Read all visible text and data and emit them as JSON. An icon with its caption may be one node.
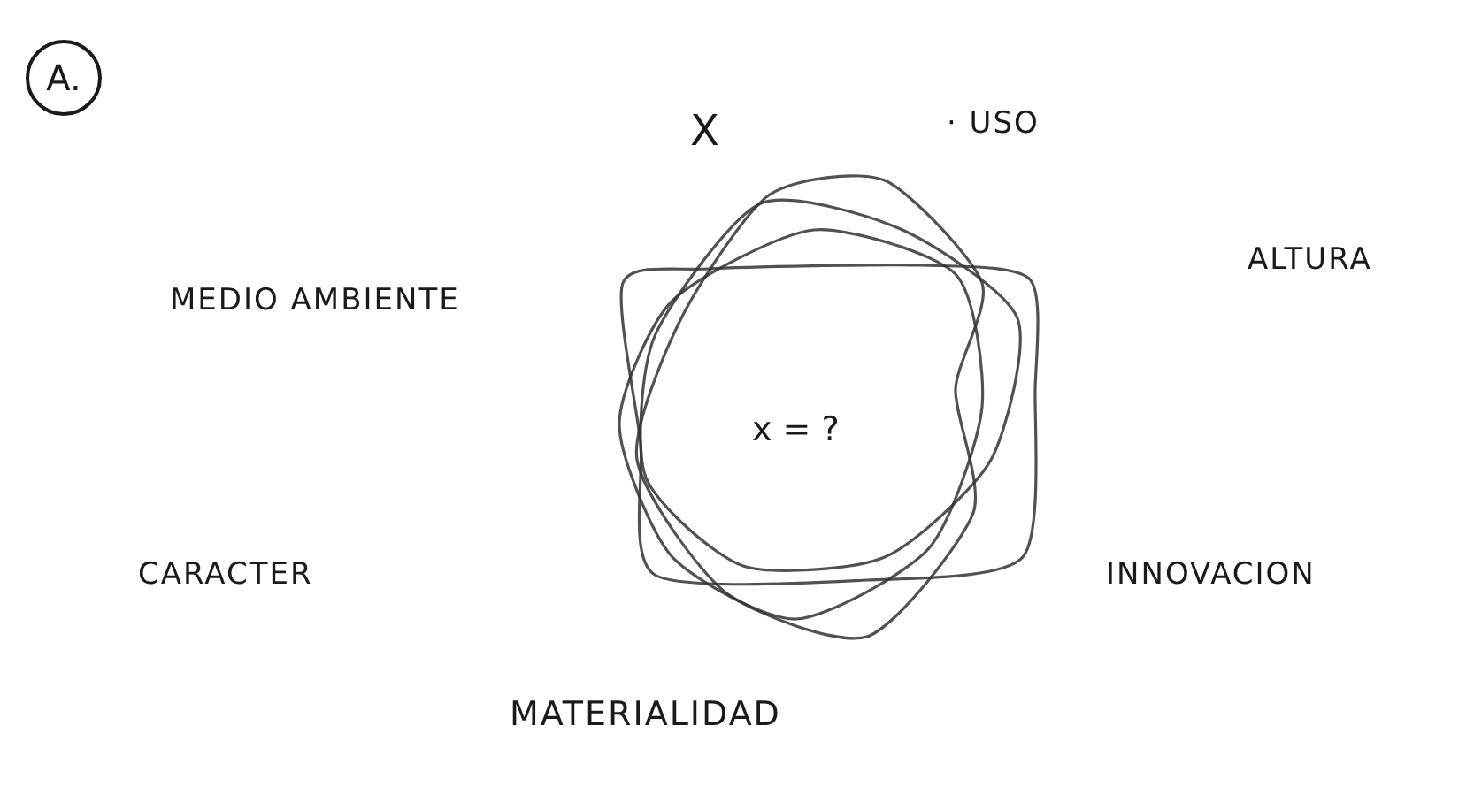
{
  "diagram": {
    "nodes": [
      {
        "text": [
          "A."
        ]
      },
      {
        "text": [
          "x = ?"
        ]
      }
    ],
    "labels": [
      "X",
      "· USO",
      "ALTURA",
      "MEDIO AMBIENTE",
      "CARACTER",
      "INNOVACION",
      "MATERIALIDAD"
    ]
  }
}
